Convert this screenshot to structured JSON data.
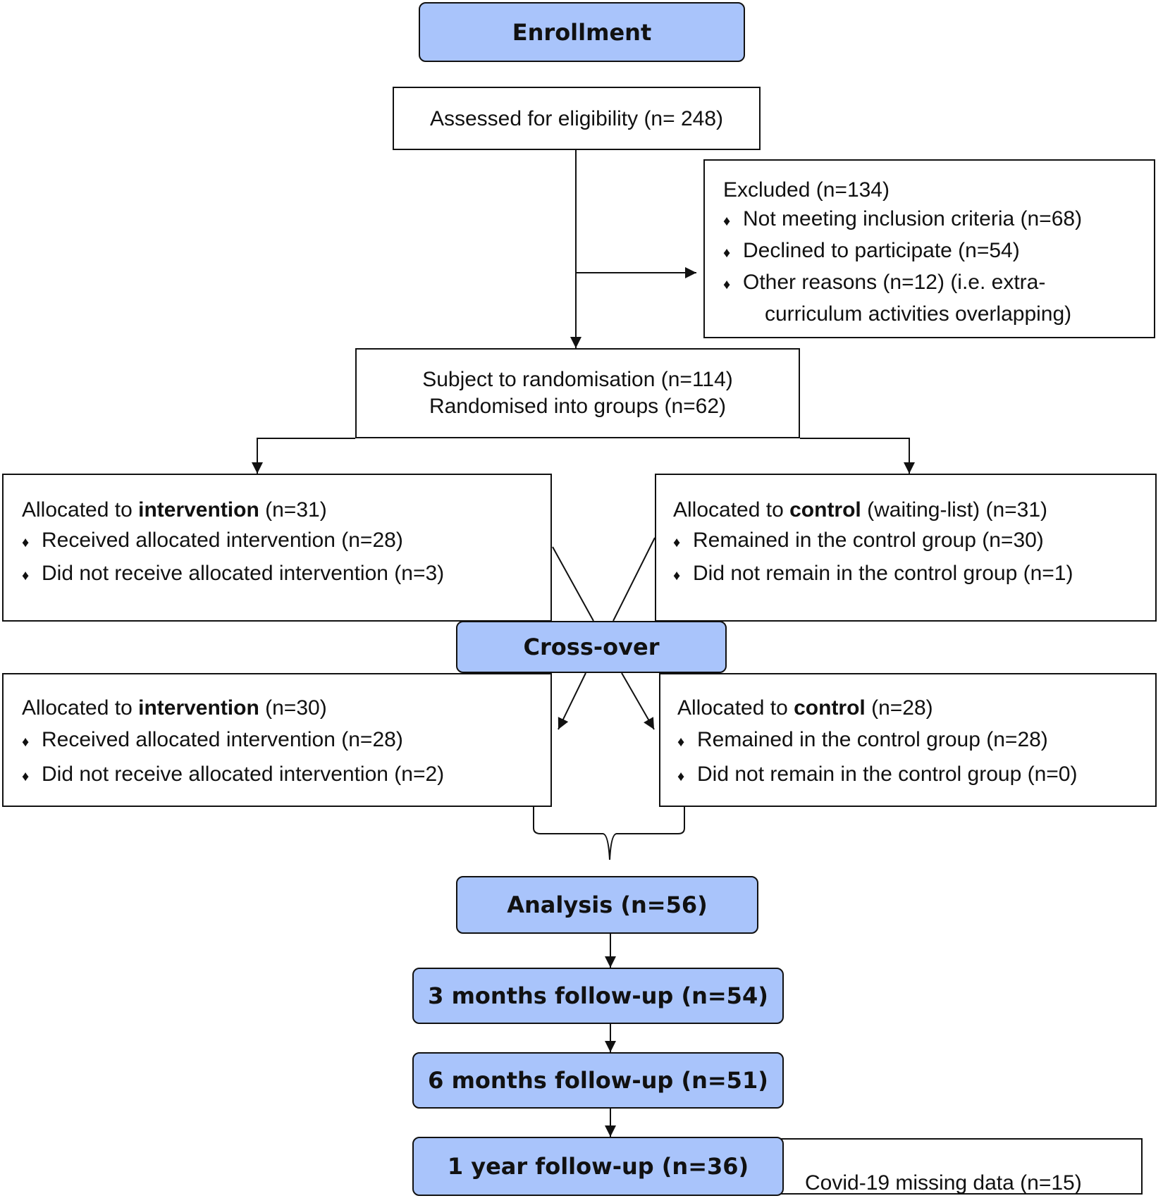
{
  "enrollment": {
    "label": "Enrollment"
  },
  "assessed": {
    "text": "Assessed for eligibility (n= 248)"
  },
  "excluded": {
    "title": "Excluded (n=134)",
    "items": [
      "Not meeting inclusion criteria (n=68)",
      "Declined to participate (n=54)",
      "Other reasons (n=12) (i.e. extra-",
      "curriculum activities overlapping)"
    ]
  },
  "randomisation": {
    "line1": "Subject to randomisation (n=114)",
    "line2": "Randomised into groups (n=62)"
  },
  "phase1": {
    "intervention": {
      "prefix": "Allocated to ",
      "bold": "intervention",
      "suffix": " (n=31)",
      "items": [
        "Received allocated intervention (n=28)",
        "Did not receive allocated intervention (n=3)"
      ]
    },
    "control": {
      "prefix": "Allocated to ",
      "bold": "control",
      "suffix": " (waiting-list) (n=31)",
      "items": [
        "Remained in the control group (n=30)",
        "Did not remain in the control group (n=1)"
      ]
    }
  },
  "crossover": {
    "label": "Cross-over"
  },
  "phase2": {
    "intervention": {
      "prefix": "Allocated to ",
      "bold": "intervention",
      "suffix": " (n=30)",
      "items": [
        "Received allocated intervention (n=28)",
        "Did not receive allocated intervention (n=2)"
      ]
    },
    "control": {
      "prefix": "Allocated to ",
      "bold": "control",
      "suffix": " (n=28)",
      "items": [
        "Remained in the control group (n=28)",
        "Did not remain in the control group (n=0)"
      ]
    }
  },
  "analysis": {
    "label": "Analysis (n=56)"
  },
  "followup": {
    "m3": "3 months follow-up (n=54)",
    "m6": "6 months follow-up (n=51)",
    "y1": "1 year follow-up (n=36)",
    "covid": "Covid-19 missing data (n=15)"
  },
  "bullet_glyph": "♦",
  "colors": {
    "stage_fill": "#a9c4fb",
    "line": "#111111"
  }
}
